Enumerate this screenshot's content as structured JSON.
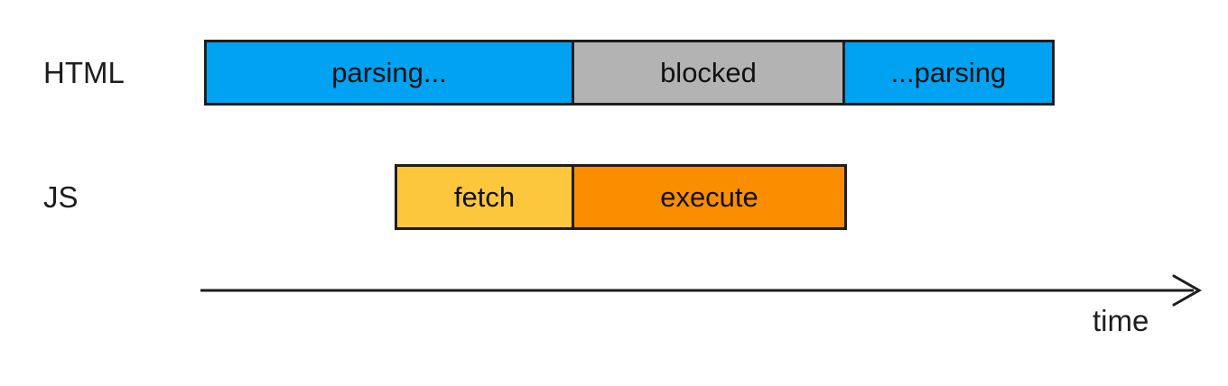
{
  "diagram": {
    "rows": [
      {
        "label": "HTML",
        "segments": [
          {
            "label": "parsing...",
            "color": "#02a2f2"
          },
          {
            "label": "blocked",
            "color": "#b3b3b3"
          },
          {
            "label": "...parsing",
            "color": "#02a2f2"
          }
        ]
      },
      {
        "label": "JS",
        "segments": [
          {
            "label": "fetch",
            "color": "#fcc63d"
          },
          {
            "label": "execute",
            "color": "#fb8d00"
          }
        ]
      }
    ],
    "axis": {
      "label": "time",
      "line_color": "#1d1d1d"
    }
  }
}
